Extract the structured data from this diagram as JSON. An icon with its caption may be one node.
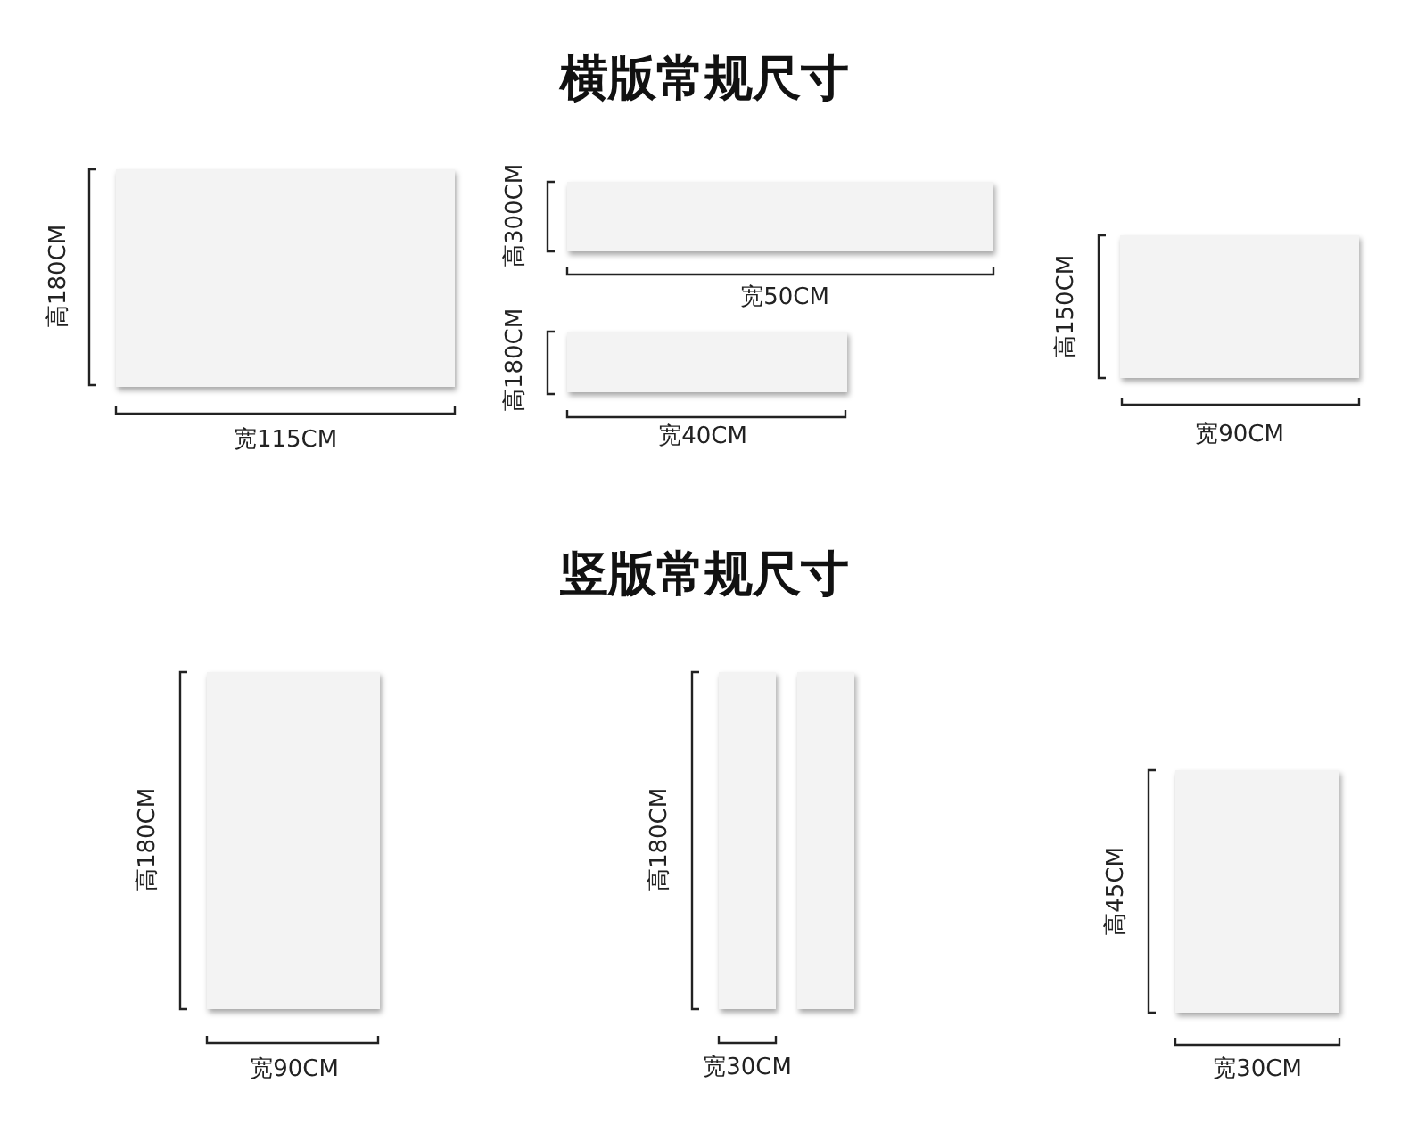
{
  "diagram": {
    "labels": [
      "横版常规尺寸",
      "高180CM",
      "宽115CM",
      "高300CM",
      "宽50CM",
      "高180CM",
      "宽40CM",
      "高150CM",
      "宽90CM",
      "竖版常规尺寸",
      "高180CM",
      "宽90CM",
      "高180CM",
      "宽30CM",
      "高45CM",
      "宽30CM"
    ]
  }
}
